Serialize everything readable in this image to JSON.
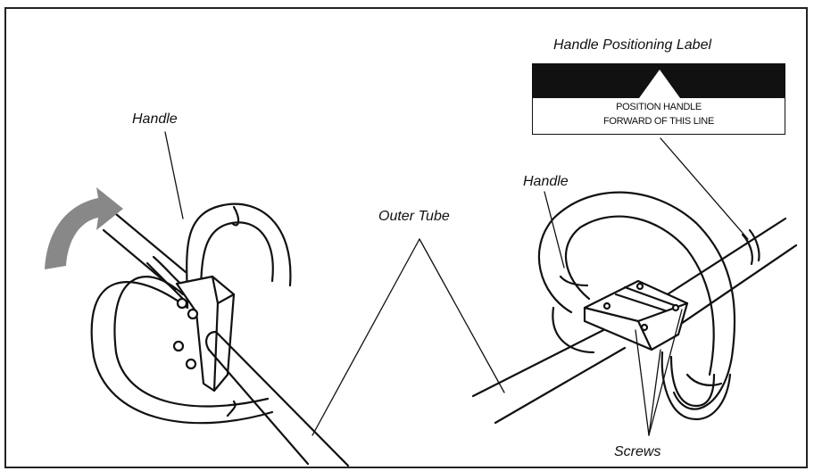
{
  "labels": {
    "handle_left": "Handle",
    "handle_right": "Handle",
    "outer_tube": "Outer Tube",
    "label_title": "Handle Positioning Label",
    "screws": "Screws"
  },
  "positioning_label": {
    "line1": "POSITION HANDLE",
    "line2": "FORWARD OF THIS LINE"
  },
  "colors": {
    "line": "#111111",
    "arrow": "#888888",
    "label_bar": "#111111",
    "background": "#ffffff"
  }
}
